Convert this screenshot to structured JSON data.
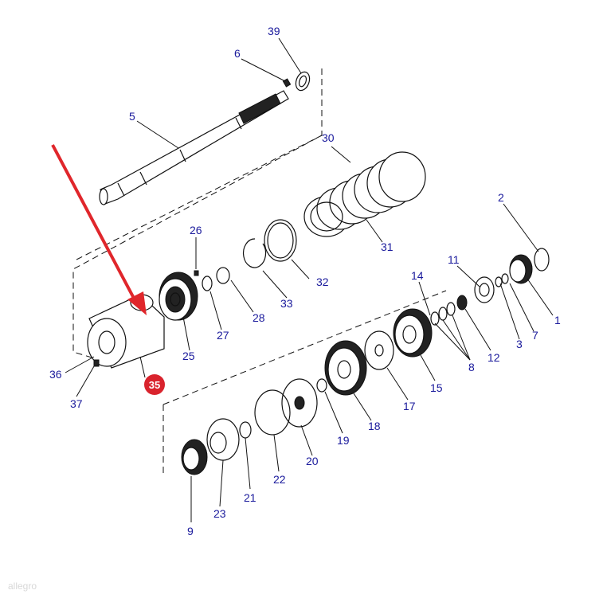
{
  "callouts": {
    "c1": "1",
    "c2": "2",
    "c3": "3",
    "c5": "5",
    "c6": "6",
    "c7": "7",
    "c8": "8",
    "c9": "9",
    "c11": "11",
    "c12": "12",
    "c14": "14",
    "c15": "15",
    "c17": "17",
    "c18": "18",
    "c19": "19",
    "c20": "20",
    "c21": "21",
    "c22": "22",
    "c23": "23",
    "c25": "25",
    "c26": "26",
    "c27": "27",
    "c28": "28",
    "c30": "30",
    "c31": "31",
    "c32": "32",
    "c33": "33",
    "c36": "36",
    "c37": "37",
    "c39": "39"
  },
  "highlight": {
    "label": "35",
    "color": "#d9232d"
  },
  "arrow": {
    "color": "#e0262b"
  },
  "ink_color": "#111111",
  "callout_color": "#1a1a9c",
  "watermark": "allegro"
}
